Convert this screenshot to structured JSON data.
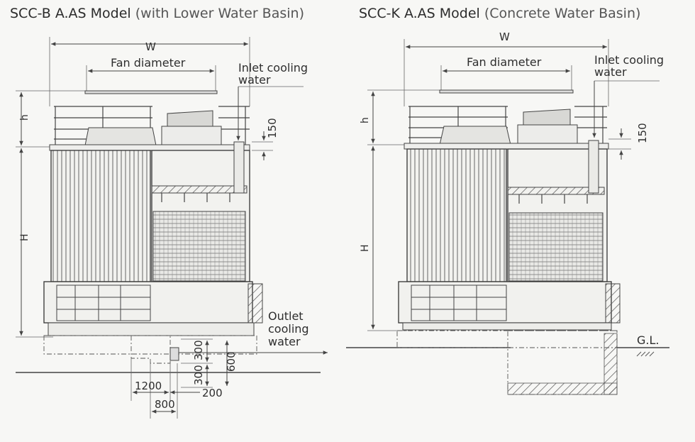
{
  "left": {
    "title_main": "SCC-B A.AS Model",
    "title_sub": "(with Lower Water Basin)",
    "dim_w": "W",
    "dim_fan": "Fan diameter",
    "inlet_line1": "Inlet cooling",
    "inlet_line2": "water",
    "dim_h": "h",
    "dim_H": "H",
    "dim_150": "150",
    "outlet_line1": "Outlet",
    "outlet_line2": "cooling",
    "outlet_line3": "water",
    "dim_300a": "300",
    "dim_300b": "300",
    "dim_600": "600",
    "dim_1200": "1200",
    "dim_200": "200",
    "dim_800": "800"
  },
  "right": {
    "title_main": "SCC-K A.AS Model",
    "title_sub": "(Concrete Water Basin)",
    "dim_w": "W",
    "dim_fan": "Fan diameter",
    "inlet_line1": "Inlet cooling",
    "inlet_line2": "water",
    "dim_h": "h",
    "dim_H": "H",
    "dim_150": "150",
    "ground_label": "G.L."
  }
}
